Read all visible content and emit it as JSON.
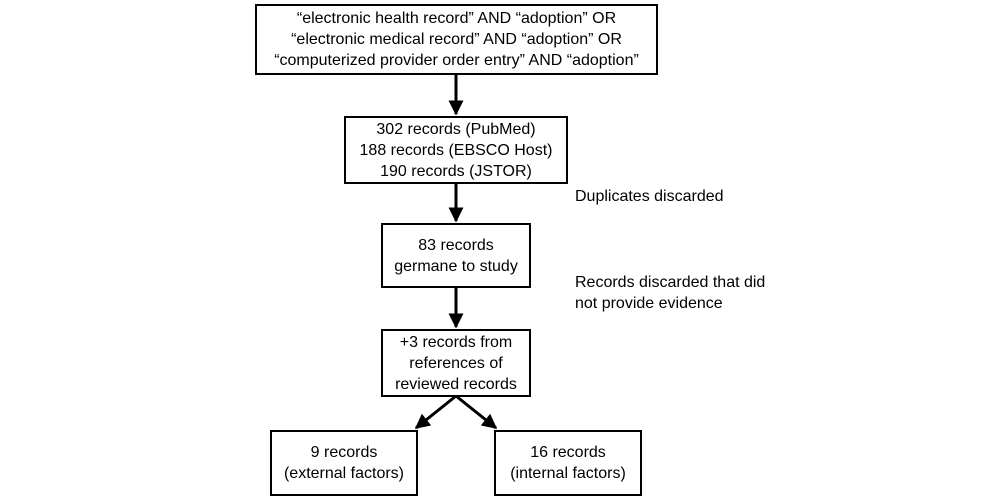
{
  "diagram": {
    "search_box": {
      "lines": [
        "“electronic health record” AND “adoption” OR",
        "“electronic medical record” AND “adoption” OR",
        "“computerized provider order entry” AND “adoption”"
      ]
    },
    "records_box": {
      "lines": [
        "302 records (PubMed)",
        "188 records (EBSCO Host)",
        "190 records (JSTOR)"
      ]
    },
    "germane_box": {
      "lines": [
        "83 records",
        "germane to study"
      ]
    },
    "references_box": {
      "lines": [
        "+3 records from",
        "references of",
        "reviewed records"
      ]
    },
    "external_box": {
      "lines": [
        "9 records",
        "(external factors)"
      ]
    },
    "internal_box": {
      "lines": [
        "16 records",
        "(internal factors)"
      ]
    },
    "notes": {
      "duplicates": "Duplicates discarded",
      "evidence_lines": [
        "Records discarded that did",
        "not provide evidence"
      ]
    }
  }
}
